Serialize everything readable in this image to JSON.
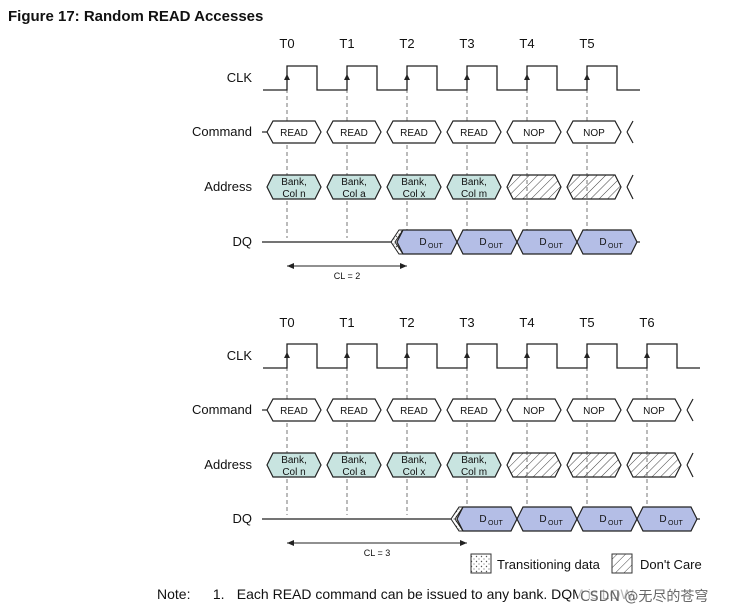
{
  "title": "Figure 17: Random READ Accesses",
  "signals": {
    "clk": "CLK",
    "command": "Command",
    "address": "Address",
    "dq": "DQ"
  },
  "diagrams": [
    {
      "clock_labels": [
        "T0",
        "T1",
        "T2",
        "T3",
        "T4",
        "T5"
      ],
      "commands": [
        "READ",
        "READ",
        "READ",
        "READ",
        "NOP",
        "NOP"
      ],
      "addresses": [
        {
          "line1": "Bank,",
          "line2": "Col n"
        },
        {
          "line1": "Bank,",
          "line2": "Col a"
        },
        {
          "line1": "Bank,",
          "line2": "Col x"
        },
        {
          "line1": "Bank,",
          "line2": "Col m"
        }
      ],
      "dq_label": "D",
      "dq_sub": "OUT",
      "dq_count": 4,
      "cl_label": "CL = 2",
      "cl_cycles": 2
    },
    {
      "clock_labels": [
        "T0",
        "T1",
        "T2",
        "T3",
        "T4",
        "T5",
        "T6"
      ],
      "commands": [
        "READ",
        "READ",
        "READ",
        "READ",
        "NOP",
        "NOP",
        "NOP"
      ],
      "addresses": [
        {
          "line1": "Bank,",
          "line2": "Col n"
        },
        {
          "line1": "Bank,",
          "line2": "Col a"
        },
        {
          "line1": "Bank,",
          "line2": "Col x"
        },
        {
          "line1": "Bank,",
          "line2": "Col m"
        }
      ],
      "dq_label": "D",
      "dq_sub": "OUT",
      "dq_count": 4,
      "cl_label": "CL = 3",
      "cl_cycles": 3
    }
  ],
  "legend": {
    "transitioning": "Transitioning data",
    "dont_care": "Don't Care"
  },
  "note": {
    "label": "Note:",
    "number": "1.",
    "text": "Each READ command can be issued to any bank. DQM is LOW."
  },
  "watermark": "CSDN @无尽的苍穹",
  "colors": {
    "address_fill": "#c8e4e0",
    "dq_fill": "#b4bee6",
    "line": "#222222"
  }
}
